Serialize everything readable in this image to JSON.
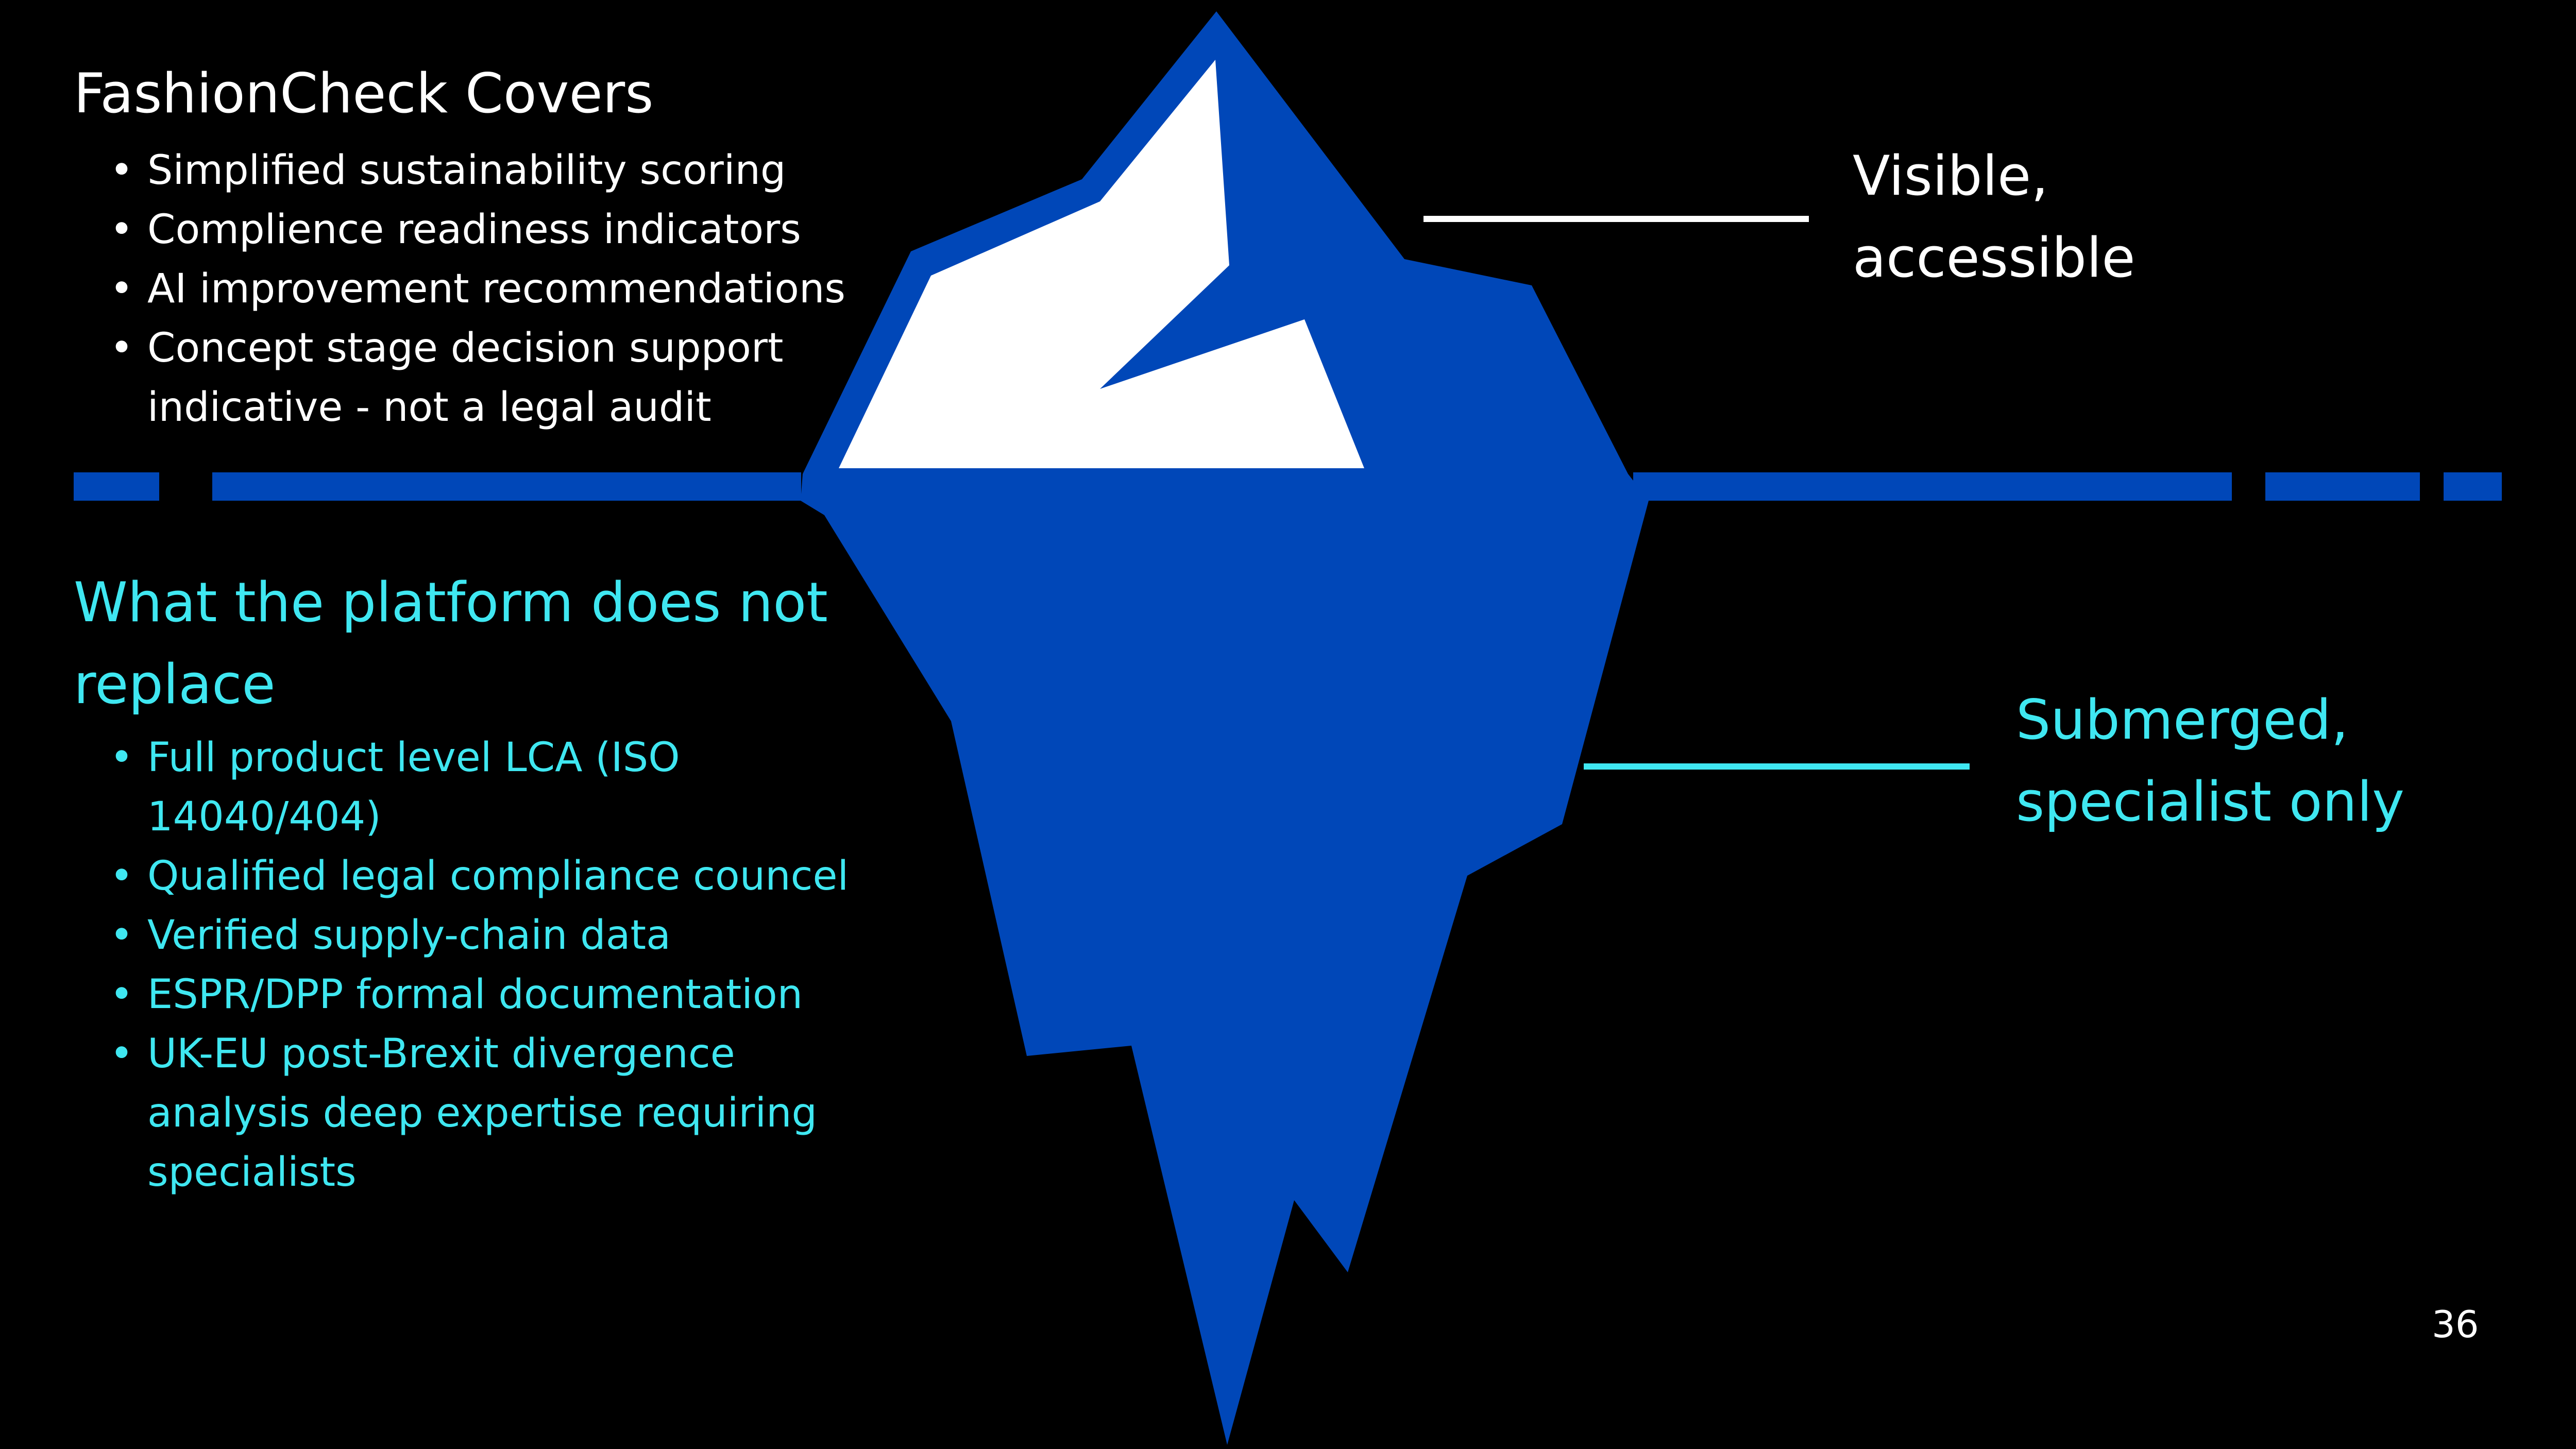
{
  "slide": {
    "background": "#000000",
    "accent_blue": "#0047b8",
    "accent_cyan": "#3fe7f1",
    "white": "#ffffff"
  },
  "top_section": {
    "title": "FashionCheck Covers",
    "items": [
      " Simplified sustainability scoring",
      "Complience readiness indicators",
      "AI improvement recommendations",
      "Concept stage decision support indicative - not a legal audit"
    ]
  },
  "bottom_section": {
    "title": "What the platform does not replace",
    "items": [
      " Full product level LCA (ISO 14040/404)",
      "Qualified legal compliance councel",
      "Verified supply-chain data",
      "ESPR/DPP formal documentation",
      "UK-EU post-Brexit divergence analysis deep expertise requiring specialists"
    ]
  },
  "labels": {
    "visible": "Visible, accessible",
    "submerged": "Submerged, specialist only"
  },
  "page_number": "36",
  "icons": {
    "iceberg": "iceberg-icon",
    "waterline": "waterline-bar"
  }
}
